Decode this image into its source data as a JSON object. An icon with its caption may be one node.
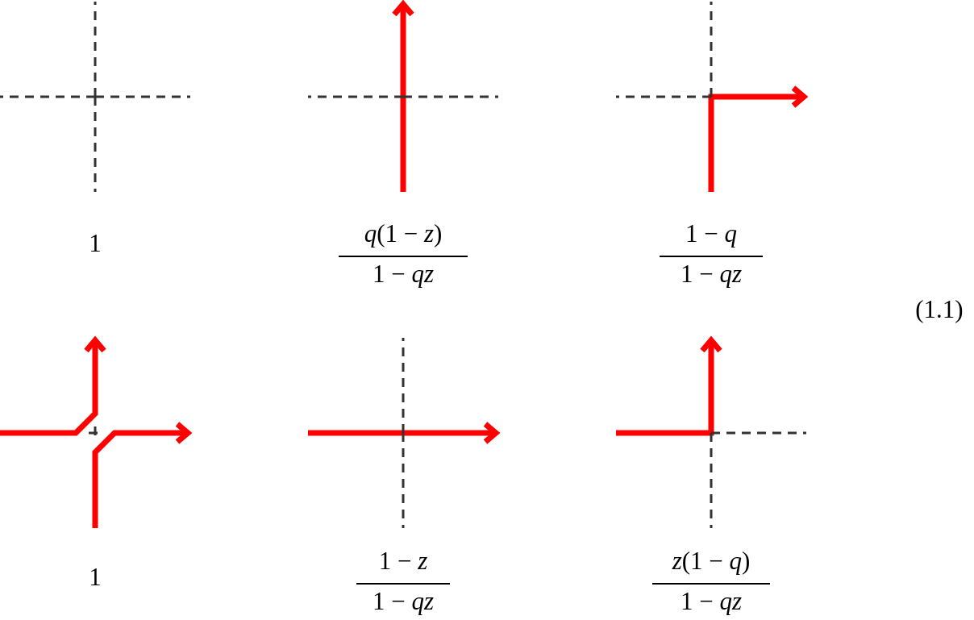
{
  "diagram": {
    "labels": [
      "1",
      "*q*(1 − *z*)",
      "1 − *qz*",
      "1 − *q*",
      "1 − *qz*",
      "(1.1)",
      "1",
      "1 − *z*",
      "1 − *qz*",
      "*z*(1 − *q*)",
      "1 − *qz*"
    ]
  }
}
